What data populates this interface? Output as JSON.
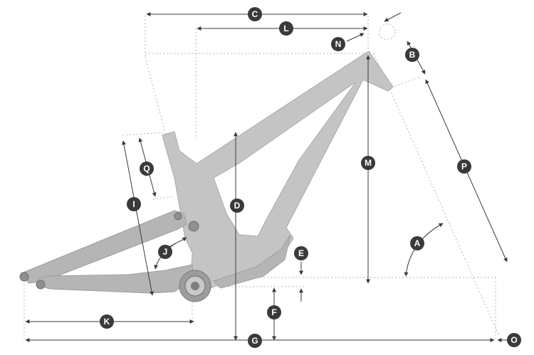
{
  "diagram": {
    "labels": {
      "A": "A",
      "B": "B",
      "C": "C",
      "D": "D",
      "E": "E",
      "F": "F",
      "G": "G",
      "I": "I",
      "J": "J",
      "K": "K",
      "L": "L",
      "M": "M",
      "N": "N",
      "O": "O",
      "P": "P",
      "Q": "Q"
    }
  },
  "colors": {
    "frame": "#c4c4c4",
    "frame_outline": "#a9a9a9",
    "dimension_line": "#3a3a3a",
    "guide_line": "#b5b5b5",
    "badge": "#3a3a3a"
  }
}
